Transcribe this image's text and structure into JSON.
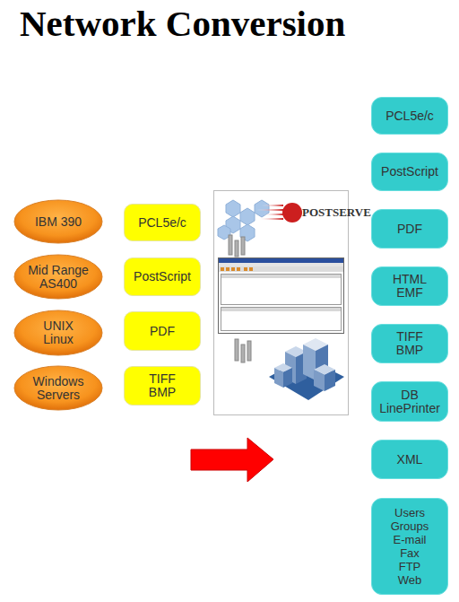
{
  "diagram": {
    "title": "Network Conversion",
    "nodes": [
      {
        "text": [
          "IBM 390"
        ]
      },
      {
        "text": [
          "Mid Range AS400"
        ]
      },
      {
        "text": [
          "UNIX Linux"
        ]
      },
      {
        "text": [
          "Windows Servers"
        ]
      },
      {
        "text": [
          "PCL5e/c"
        ]
      },
      {
        "text": [
          "PostScript"
        ]
      },
      {
        "text": [
          "PDF"
        ]
      },
      {
        "text": [
          "TIFF BMP"
        ]
      },
      {
        "text": [
          "PCL5e/c"
        ]
      },
      {
        "text": [
          "PostScript"
        ]
      },
      {
        "text": [
          "PDF"
        ]
      },
      {
        "text": [
          "HTML EMF"
        ]
      },
      {
        "text": [
          "TIFF BMP"
        ]
      },
      {
        "text": [
          "DB LinePrinter"
        ]
      },
      {
        "text": [
          "XML"
        ]
      },
      {
        "text": [
          "Users Groups E-mail Fax FTP Web"
        ]
      }
    ],
    "labels": [
      "POSTSERVE"
    ]
  }
}
